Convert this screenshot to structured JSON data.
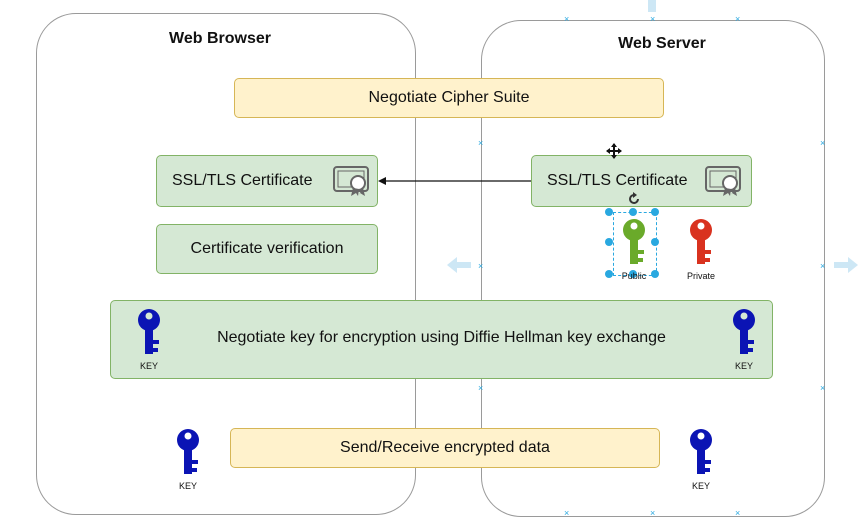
{
  "lanes": {
    "browser_title": "Web Browser",
    "server_title": "Web Server"
  },
  "boxes": {
    "cipher": "Negotiate Cipher Suite",
    "cert_left": "SSL/TLS Certificate",
    "cert_right": "SSL/TLS Certificate",
    "verify": "Certificate verification",
    "dh": "Negotiate key for encryption using Diffie Hellman key exchange",
    "send": "Send/Receive encrypted data"
  },
  "keys": {
    "public_label": "Public",
    "private_label": "Private",
    "dh_left_label": "KEY",
    "dh_right_label": "KEY",
    "send_left_label": "KEY",
    "send_right_label": "KEY"
  },
  "colors": {
    "yellow_fill": "#fff2cc",
    "green_fill": "#d5e8d4",
    "key_blue": "#0b14b4",
    "key_green": "#6aaa2a",
    "key_red": "#d9321f",
    "selection_handle": "#29a8e0"
  },
  "icons": {
    "certificate": "certificate-icon",
    "move": "move-icon",
    "rotate": "rotate-icon"
  }
}
